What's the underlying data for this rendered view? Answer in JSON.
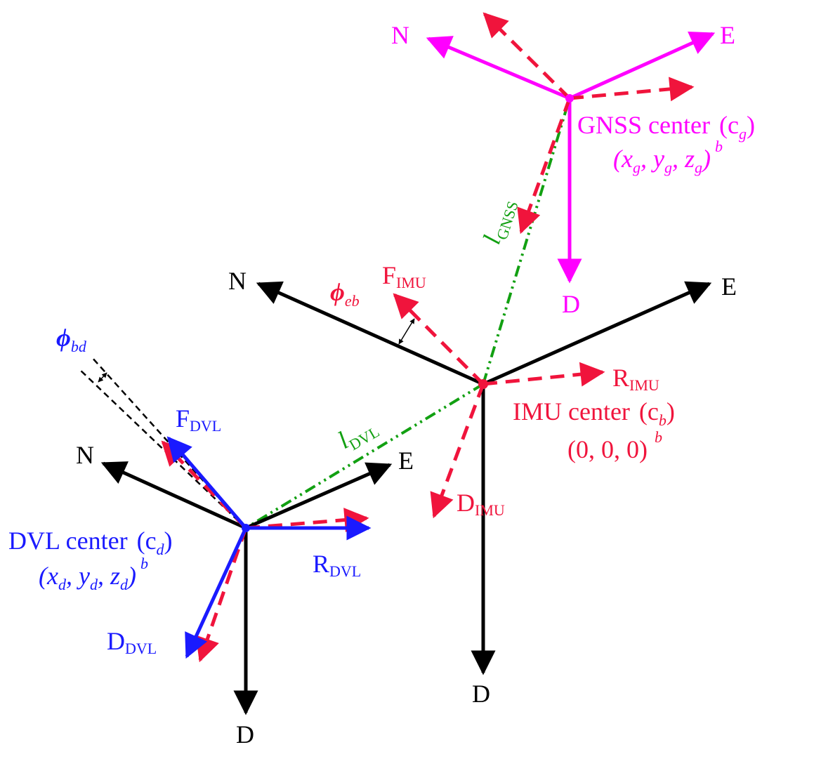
{
  "colors": {
    "ned": "#000000",
    "imu": "#f0143c",
    "gnss": "#ff00ff",
    "dvl": "#1a1aff",
    "lever": "#12a012"
  },
  "ned_imu": {
    "n": "N",
    "e": "E",
    "d": "D"
  },
  "ned_dvl": {
    "n": "N",
    "e": "E",
    "d": "D"
  },
  "gnss": {
    "n": "N",
    "e": "E",
    "d": "D",
    "center_label": "GNSS center",
    "center_sym": "(c",
    "center_sub": "g",
    "close": ")",
    "coords": "(x",
    "coords_sub_1": "g",
    "coords_mid_1": ", y",
    "coords_sub_2": "g",
    "coords_mid_2": ", z",
    "coords_sub_3": "g",
    "coords_close": ")",
    "frame_sup": "b"
  },
  "imu": {
    "forward": "F",
    "forward_sub": "IMU",
    "right": "R",
    "right_sub": "IMU",
    "down": "D",
    "down_sub": "IMU",
    "center_label": "IMU center",
    "center_sym": "(c",
    "center_sub": "b",
    "close": ")",
    "coords": "(0, 0, 0)",
    "frame_sup": "b",
    "angle": "ϕ",
    "angle_sub": "eb"
  },
  "dvl": {
    "forward": "F",
    "forward_sub": "DVL",
    "right": "R",
    "right_sub": "DVL",
    "down": "D",
    "down_sub": "DVL",
    "center_label": "DVL center",
    "center_sym": "(c",
    "center_sub": "d",
    "close": ")",
    "coords": "(x",
    "coords_sub_1": "d",
    "coords_mid_1": ", y",
    "coords_sub_2": "d",
    "coords_mid_2": ", z",
    "coords_sub_3": "d",
    "coords_close": ")",
    "frame_sup": "b",
    "angle": "ϕ",
    "angle_sub": "bd"
  },
  "levers": {
    "gnss": "l",
    "gnss_sub": "GNSS",
    "dvl": "l",
    "dvl_sub": "DVL"
  }
}
